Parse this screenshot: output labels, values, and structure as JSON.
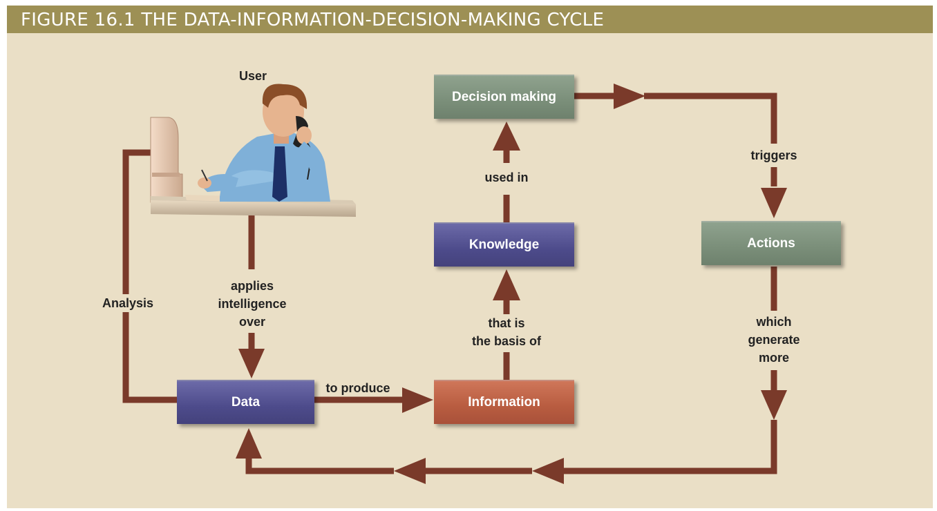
{
  "figure": {
    "title": "FIGURE 16.1  THE DATA-INFORMATION-DECISION-MAKING CYCLE"
  },
  "colors": {
    "header_bg": "#9d9055",
    "panel_bg": "#eadfc6",
    "arrow": "#7a3a2a",
    "box_blue": "#504e8e",
    "box_green": "#7b8f7a",
    "box_orange": "#b85c40"
  },
  "user": {
    "label": "User",
    "icon": "user-at-desk-illustration"
  },
  "nodes": {
    "decision_making": "Decision making",
    "knowledge": "Knowledge",
    "information": "Information",
    "data": "Data",
    "actions": "Actions"
  },
  "edges": {
    "analysis": "Analysis",
    "applies_1": "applies",
    "applies_2": "intelligence",
    "applies_3": "over",
    "to_produce": "to produce",
    "basis_1": "that is",
    "basis_2": "the basis of",
    "used_in": "used in",
    "triggers": "triggers",
    "generate_1": "which",
    "generate_2": "generate",
    "generate_3": "more"
  }
}
